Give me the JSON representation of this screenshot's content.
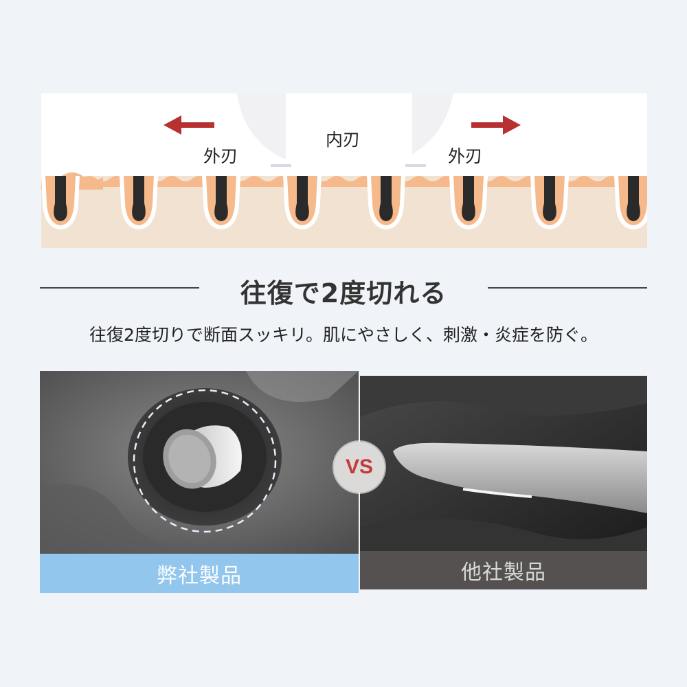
{
  "diagram": {
    "inner_blade_label": "内刃",
    "outer_blade_left_label": "外刃",
    "outer_blade_right_label": "外刃",
    "arrow_color": "#b6312f",
    "skin_color": "#f2e2d2",
    "fat_color": "#f6b98b",
    "hair_color": "#2a2a2a",
    "arrow_left_icon": "arrow-left-icon",
    "arrow_right_icon": "arrow-right-icon"
  },
  "heading": {
    "title": "往復で2度切れる"
  },
  "subtext": "往復2度切りで断面スッキリ。肌にやさしく、刺激・炎症を防ぐ。",
  "comparison": {
    "vs_label": "VS",
    "vs_color": "#c33a3a",
    "ours_label": "弊社製品",
    "ours_color": "#92c6ec",
    "others_label": "他社製品",
    "others_color": "#565151"
  }
}
